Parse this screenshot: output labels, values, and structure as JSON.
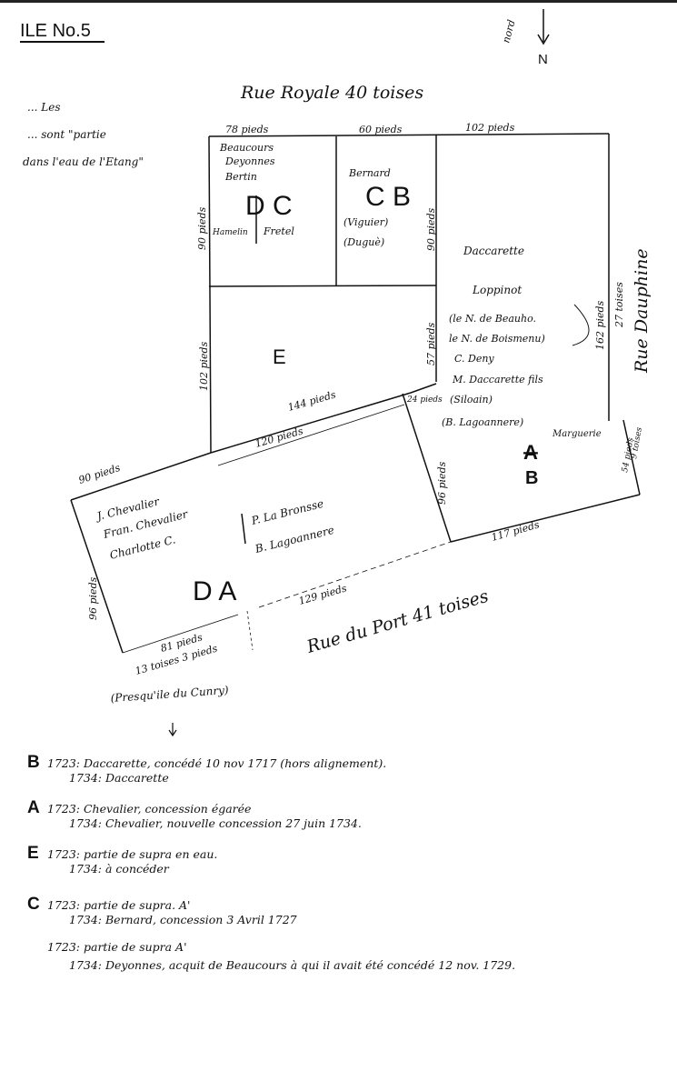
{
  "header": {
    "title": "ILE No.5",
    "north_label": "N",
    "north_note": "nord"
  },
  "note": [
    "... Les",
    "... sont \"partie",
    "dans l'eau de l'Etang\""
  ],
  "streets": {
    "top": "Rue Royale 40 toises",
    "right": "Rue Dauphine",
    "right_measure": "27 toises",
    "bottom": "Rue du Port 41 toises"
  },
  "measures": {
    "top_dc": "78 pieds",
    "top_cb": "60 pieds",
    "top_b": "102 pieds",
    "left_dc": "90 pieds",
    "mid_cb": "90 pieds",
    "left_e": "102 pieds",
    "right_e": "57 pieds",
    "right_b": "162 pieds",
    "e_bottom_a": "144 pieds",
    "e_bottom_b": "120 pieds",
    "small": "24 pieds",
    "left_top": "90 pieds",
    "left_side": "96 pieds",
    "divider": "96 pieds",
    "bottom_right": "117 pieds",
    "bottom_mid": "129 pieds",
    "bottom_left": "81 pieds",
    "bottom_toises": "13 toises 3 pieds",
    "end_side": "54 pieds",
    "end_toises": "9 toises"
  },
  "presquile": "(Presqu'ile du Cunry)",
  "lots": {
    "dc": {
      "code": "D C",
      "names": [
        "Beaucours",
        "Deyonnes",
        "Bertin"
      ],
      "split": [
        "Hamelin",
        "Fretel"
      ]
    },
    "cb": {
      "code": "C B",
      "names": [
        "Bernard",
        "(Viguier)",
        "(Duguè)"
      ]
    },
    "e": {
      "code": "E"
    },
    "b": {
      "code": "A",
      "code2": "B",
      "names": [
        "Daccarette",
        "Loppinot",
        "(le N. de Beauho.",
        "le N. de Boismenu)",
        "C. Deny",
        "M. Daccarette fils",
        "(Siloain)",
        "(B. Lagoannere)",
        "Marguerie"
      ]
    },
    "da": {
      "code": "D A",
      "left_names": [
        "J. Chevalier",
        "Fran. Chevalier",
        "Charlotte C."
      ],
      "right_names": [
        "P. La Bronsse",
        "B. Lagoannere"
      ]
    }
  },
  "legend": [
    {
      "key": "B",
      "lines": [
        "1723: Daccarette, concédé 10 nov 1717 (hors alignement).",
        "1734: Daccarette"
      ]
    },
    {
      "key": "A",
      "lines": [
        "1723: Chevalier, concession égarée",
        "1734: Chevalier, nouvelle concession 27 juin 1734."
      ]
    },
    {
      "key": "E",
      "lines": [
        "1723: partie de supra en eau.",
        "1734: à concéder"
      ]
    },
    {
      "key": "C",
      "lines": [
        "1723: partie de supra. A'",
        "1734: Bernard, concession 3 Avril 1727"
      ]
    },
    {
      "key": "",
      "lines": [
        "1723: partie de supra A'",
        "1734: Deyonnes, acquit de Beaucours à qui il avait été concédé 12 nov. 1729."
      ]
    }
  ]
}
